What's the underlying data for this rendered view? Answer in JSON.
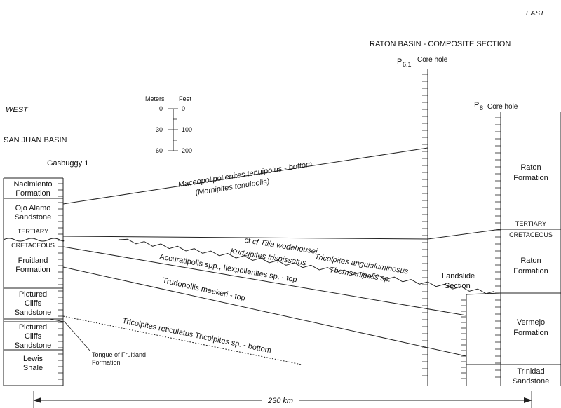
{
  "labels": {
    "east": "EAST",
    "west": "WEST",
    "san_juan_basin": "SAN JUAN BASIN",
    "raton_basin": "RATON BASIN - COMPOSITE SECTION",
    "gasbuggy": "Gasbuggy 1",
    "p61_main": "P",
    "p61_sub": "6.1",
    "p61_suffix": "Core hole",
    "p8_main": "P",
    "p8_sub": "8",
    "p8_suffix": "Core hole",
    "landslide_1": "Landslide",
    "landslide_2": "Section",
    "distance": "230 km"
  },
  "scale": {
    "meters_label": "Meters",
    "feet_label": "Feet",
    "m0": "0",
    "m30": "30",
    "m60": "60",
    "f0": "0",
    "f100": "100",
    "f200": "200"
  },
  "west_units": {
    "nacimiento_1": "Nacimiento",
    "nacimiento_2": "Formation",
    "ojo_1": "Ojo Alamo",
    "ojo_2": "Sandstone",
    "tertiary": "TERTIARY",
    "cretaceous": "CRETACEOUS",
    "fruitland_1": "Fruitland",
    "fruitland_2": "Formation",
    "pc1_1": "Pictured",
    "pc1_2": "Cliffs",
    "pc1_3": "Sandstone",
    "pc2_1": "Pictured",
    "pc2_2": "Cliffs",
    "pc2_3": "Sandstone",
    "lewis_1": "Lewis",
    "lewis_2": "Shale",
    "tongue_1": "Tongue of Fruitland",
    "tongue_2": "Formation"
  },
  "east_units": {
    "raton_upper_1": "Raton",
    "raton_upper_2": "Formation",
    "tertiary": "TERTIARY",
    "cretaceous": "CRETACEOUS",
    "raton_lower_1": "Raton",
    "raton_lower_2": "Formation",
    "vermejo_1": "Vermejo",
    "vermejo_2": "Formation",
    "trinidad_1": "Trinidad",
    "trinidad_2": "Sandstone"
  },
  "markers": {
    "maceo_1": "Maceopolipollenites tenuipolus - bottom",
    "maceo_2": "(Momipites tenuipolis)",
    "tilia": "cf Tilia wodehousei",
    "kurtz": "Kurtzipites trispissatus",
    "tricolp_ang": "Tricolpites angulaluminosus",
    "thomsani": "Thomsanipolis sp.",
    "accurat": "Accuratipolis spp., Ilexpollenites sp. - top",
    "trudo": "Trudopollis meekeri - top",
    "tricolp_ret": "Tricolpites reticulatus Tricolpites sp. - bottom"
  }
}
